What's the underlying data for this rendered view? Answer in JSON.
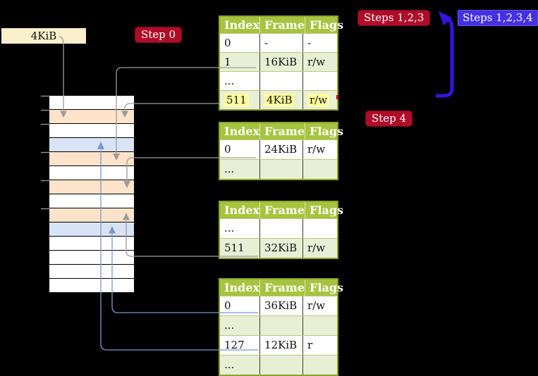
{
  "diagram": "4-level page table translation example",
  "frame_size_label": "4KiB",
  "badges": {
    "step0": "Step 0",
    "steps123": "Steps 1,2,3",
    "steps1234": "Steps 1,2,3,4",
    "step4": "Step 4"
  },
  "table_headers": [
    "Index",
    "Frame",
    "Flags"
  ],
  "page_tables": [
    {
      "name": "page-table-top",
      "rows": [
        {
          "cells": [
            "0",
            "-",
            "-"
          ],
          "shaded": false,
          "highlight": false
        },
        {
          "cells": [
            "1",
            "16KiB",
            "r/w"
          ],
          "shaded": true,
          "highlight": false
        },
        {
          "cells": [
            "...",
            "",
            ""
          ],
          "shaded": false,
          "highlight": false
        },
        {
          "cells": [
            "511",
            "4KiB",
            "r/w"
          ],
          "shaded": true,
          "highlight": true
        }
      ]
    },
    {
      "name": "page-table-second",
      "rows": [
        {
          "cells": [
            "0",
            "24KiB",
            "r/w"
          ],
          "shaded": false,
          "highlight": false
        },
        {
          "cells": [
            "...",
            "",
            ""
          ],
          "shaded": true,
          "highlight": false
        }
      ]
    },
    {
      "name": "page-table-third",
      "rows": [
        {
          "cells": [
            "...",
            "",
            ""
          ],
          "shaded": false,
          "highlight": false
        },
        {
          "cells": [
            "511",
            "32KiB",
            "r/w"
          ],
          "shaded": true,
          "highlight": false
        }
      ]
    },
    {
      "name": "page-table-fourth",
      "rows": [
        {
          "cells": [
            "0",
            "36KiB",
            "r/w"
          ],
          "shaded": false,
          "highlight": false
        },
        {
          "cells": [
            "...",
            "",
            ""
          ],
          "shaded": true,
          "highlight": false
        },
        {
          "cells": [
            "127",
            "12KiB",
            "r"
          ],
          "shaded": false,
          "highlight": false
        },
        {
          "cells": [
            "...",
            "",
            ""
          ],
          "shaded": true,
          "highlight": false
        }
      ]
    }
  ],
  "memory_rows": [
    "white",
    "peach",
    "white",
    "blue",
    "peach",
    "white",
    "peach",
    "white",
    "peach",
    "blue",
    "white",
    "white",
    "white",
    "white"
  ],
  "colors": {
    "background": "#000000",
    "crimson_badge": "#ae0c28",
    "blue_badge": "#4431e2",
    "blue_arrow": "#3813e0",
    "table_header_green": "#a6c43f",
    "table_row_green": "#e9efd6",
    "table_border_green": "#8da32b",
    "highlight_yellow": "#feff9e",
    "frame_peach": "#fce3c9",
    "frame_blue": "#d8e4f6",
    "cream_label": "#faefcb",
    "gray_connector": "#9c9c9c",
    "blue_connector": "#7b97c9"
  }
}
